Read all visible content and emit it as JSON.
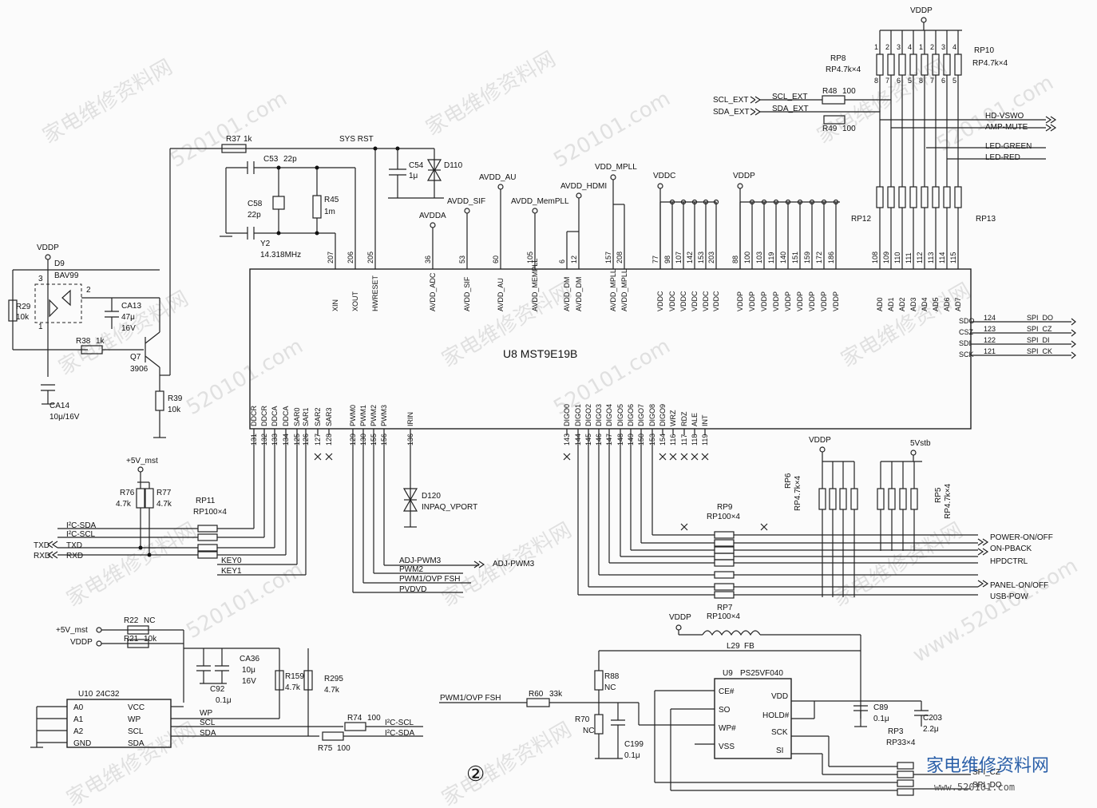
{
  "chip": {
    "ref": "U8",
    "part": "MST9E19B",
    "label": "U8 MST9E19B"
  },
  "top_pins": [
    {
      "num": "207",
      "name": "XIN"
    },
    {
      "num": "206",
      "name": "XOUT"
    },
    {
      "num": "205",
      "name": "HWRESET"
    },
    {
      "num": "36",
      "name": "AVDD_ADC"
    },
    {
      "num": "53",
      "name": "AVDD_SIF"
    },
    {
      "num": "60",
      "name": "AVDD_AU"
    },
    {
      "num": "105",
      "name": "AVDD_MEMPLL"
    },
    {
      "num": "6",
      "name": "AVDD_DM"
    },
    {
      "num": "12",
      "name": "AVDD_DM"
    },
    {
      "num": "157",
      "name": "AVDD_MPLL"
    },
    {
      "num": "208",
      "name": "AVDD_MPLL"
    },
    {
      "num": "77",
      "name": "VDDC"
    },
    {
      "num": "98",
      "name": "VDDC"
    },
    {
      "num": "107",
      "name": "VDDC"
    },
    {
      "num": "142",
      "name": "VDDC"
    },
    {
      "num": "153",
      "name": "VDDC"
    },
    {
      "num": "203",
      "name": "VDDC"
    },
    {
      "num": "88",
      "name": "VDDP"
    },
    {
      "num": "100",
      "name": "VDDP"
    },
    {
      "num": "103",
      "name": "VDDP"
    },
    {
      "num": "119",
      "name": "VDDP"
    },
    {
      "num": "140",
      "name": "VDDP"
    },
    {
      "num": "151",
      "name": "VDDP"
    },
    {
      "num": "159",
      "name": "VDDP"
    },
    {
      "num": "172",
      "name": "VDDP"
    },
    {
      "num": "186",
      "name": "VDDP"
    },
    {
      "num": "108",
      "name": "AD0"
    },
    {
      "num": "109",
      "name": "AD1"
    },
    {
      "num": "110",
      "name": "AD2"
    },
    {
      "num": "111",
      "name": "AD3"
    },
    {
      "num": "112",
      "name": "AD4"
    },
    {
      "num": "113",
      "name": "AD5"
    },
    {
      "num": "114",
      "name": "AD6"
    },
    {
      "num": "115",
      "name": "AD7"
    }
  ],
  "bottom_pins": [
    {
      "num": "131",
      "name": "DDCR"
    },
    {
      "num": "132",
      "name": "DDCR"
    },
    {
      "num": "133",
      "name": "DDCA"
    },
    {
      "num": "134",
      "name": "DDCA"
    },
    {
      "num": "125",
      "name": "SAR0"
    },
    {
      "num": "126",
      "name": "SAR1"
    },
    {
      "num": "127",
      "name": "SAR2"
    },
    {
      "num": "128",
      "name": "SAR3"
    },
    {
      "num": "129",
      "name": "PWM0"
    },
    {
      "num": "130",
      "name": "PWM1"
    },
    {
      "num": "155",
      "name": "PWM2"
    },
    {
      "num": "156",
      "name": "PWM3"
    },
    {
      "num": "136",
      "name": "IRIN"
    },
    {
      "num": "143",
      "name": "DIGO0"
    },
    {
      "num": "144",
      "name": "DIGO1"
    },
    {
      "num": "145",
      "name": "DIGO2"
    },
    {
      "num": "146",
      "name": "DIGO3"
    },
    {
      "num": "147",
      "name": "DIGO4"
    },
    {
      "num": "148",
      "name": "DIGO5"
    },
    {
      "num": "149",
      "name": "DIGO6"
    },
    {
      "num": "150",
      "name": "DIGO7"
    },
    {
      "num": "153",
      "name": "DIGO8"
    },
    {
      "num": "154",
      "name": "DIGO9"
    },
    {
      "num": "116",
      "name": "WRZ"
    },
    {
      "num": "117",
      "name": "RDZ"
    },
    {
      "num": "118",
      "name": "ALE"
    },
    {
      "num": "119",
      "name": "INT"
    }
  ],
  "spi_pins": [
    {
      "num": "124",
      "name": "SDO",
      "net": "SPI_DO"
    },
    {
      "num": "123",
      "name": "CSZ",
      "net": "SPI_CZ"
    },
    {
      "num": "122",
      "name": "SDI",
      "net": "SPI_DI"
    },
    {
      "num": "121",
      "name": "SCK",
      "net": "SPI_CK"
    }
  ],
  "top_nets": {
    "vddp": "VDDP",
    "vddc": "VDDC",
    "vdd_mpll": "VDD_MPLL",
    "avdd_hdmi": "AVDD_HDMI",
    "avdd_mempll": "AVDD_MemPLL",
    "avdd_au": "AVDD_AU",
    "avdd_sif": "AVDD_SIF",
    "avdda": "AVDDA",
    "sys_rst": "SYS RST"
  },
  "crystal": {
    "c53": "C53",
    "c53v": "22p",
    "c58": "C58",
    "c58v": "22p",
    "y2": "Y2",
    "y2v": "14.318MHz",
    "r45": "R45",
    "r45v": "1m",
    "r37": "R37",
    "r37v": "1k",
    "c54": "C54",
    "c54v": "1μ",
    "d110": "D110"
  },
  "reset": {
    "vddp": "VDDP",
    "d9": "D9",
    "d9v": "BAV99",
    "r29": "R29",
    "r29v": "10k",
    "ca13": "CA13",
    "ca13v1": "47μ",
    "ca13v2": "16V",
    "r38": "R38",
    "r38v": "1k",
    "q7": "Q7",
    "q7v": "3906",
    "r39": "R39",
    "r39v": "10k",
    "ca14": "CA14",
    "ca14v": "10μ/16V",
    "p1": "1",
    "p2": "2",
    "p3": "3"
  },
  "rp_top": {
    "vddp": "VDDP",
    "rp8": "RP8",
    "rp8v": "RP4.7k×4",
    "rp10": "RP10",
    "rp10v": "RP4.7k×4",
    "rp12": "RP12",
    "rp13": "RP13",
    "r48": "R48",
    "r48v": "100",
    "r49": "R49",
    "r49v": "100",
    "scl_ext": "SCL_EXT",
    "sda_ext": "SDA_EXT",
    "scl_ext2": "SCL_EXT",
    "sda_ext2": "SDA_EXT",
    "hd_vswo": "HD-VSWO",
    "amp_mute": "AMP-MUTE",
    "led_green": "LED-GREEN",
    "led_red": "LED-RED",
    "pins_top": "1234",
    "pins_bot": "8765"
  },
  "ddc": {
    "v5": "+5V_mst",
    "r76": "R76",
    "r76v": "4.7k",
    "r77": "R77",
    "r77v": "4.7k",
    "rp11": "RP11",
    "rp11v": "RP100×4",
    "i2c_sda": "I²C-SDA",
    "i2c_scl": "I²C-SCL",
    "txd": "TXD",
    "rxd": "RXD",
    "txd2": "TXD",
    "rxd2": "RXD",
    "key0": "KEY0",
    "key1": "KEY1"
  },
  "pwm": {
    "d120": "D120",
    "d120v": "INPAQ_VPORT",
    "adj_pwm3": "ADJ-PWM3",
    "pwm2": "PWM2",
    "pwm1": "PWM1/OVP FSH",
    "pvdvd": "PVDVD",
    "adj_pwm3_out": "ADJ-PWM3"
  },
  "gpio": {
    "vddp": "VDDP",
    "v5stb": "5Vstb",
    "rp6": "RP6",
    "rp6v": "RP4.7k×4",
    "rp5": "RP5",
    "rp5v": "RP4.7k×4",
    "rp9": "RP9",
    "rp9v": "RP100×4",
    "rp7": "RP7",
    "rp7v": "RP100×4",
    "power_on": "POWER-ON/OFF",
    "on_pback": "ON-PBACK",
    "hpdctrl": "HPDCTRL",
    "panel_on": "PANEL-ON/OFF",
    "usb_pow": "USB-POW"
  },
  "eeprom": {
    "v5": "+5V_mst",
    "vddp": "VDDP",
    "r22": "R22",
    "r22v": "NC",
    "r21": "R21",
    "r21v": "10k",
    "ca36": "CA36",
    "ca36v1": "10μ",
    "ca36v2": "16V",
    "c92": "C92",
    "c92v": "0.1μ",
    "r159": "R159",
    "r159v": "4.7k",
    "r295": "R295",
    "r295v": "4.7k",
    "u10": "U10",
    "u10v": "24C32",
    "pin_a0": "A0",
    "pin_a1": "A1",
    "pin_a2": "A2",
    "pin_gnd": "GND",
    "pin_vcc": "VCC",
    "pin_wp": "WP",
    "pin_scl": "SCL",
    "pin_sda": "SDA",
    "wp": "WP",
    "scl": "SCL",
    "sda": "SDA",
    "r74": "R74",
    "r74v": "100",
    "r75": "R75",
    "r75v": "100",
    "i2c_scl": "I²C-SCL",
    "i2c_sda": "I²C-SDA"
  },
  "flash": {
    "vddp": "VDDP",
    "l29": "L29",
    "l29v": "FB",
    "u9": "U9",
    "u9v": "PS25VF040",
    "pwm_fsh": "PWM1/OVP FSH",
    "r60": "R60",
    "r60v": "33k",
    "r88": "R88",
    "r88v": "NC",
    "r70": "R70",
    "r70v": "NC",
    "c199": "C199",
    "c199v": "0.1μ",
    "c89": "C89",
    "c89v": "0.1μ",
    "c203": "C203",
    "c203v": "2.2μ",
    "rp3": "RP3",
    "rp3v": "RP33×4",
    "spi_cz": "SPI_CZ",
    "spi_do": "SPI_DO",
    "pin_ce": "CE#",
    "pin_so": "SO",
    "pin_wp": "WP#",
    "pin_vss": "VSS",
    "pin_vdd": "VDD",
    "pin_hold": "HOLD#",
    "pin_sck": "SCK",
    "pin_si": "SI"
  },
  "page_marker": "②",
  "watermarks": [
    "家电维修资料网",
    "520101.com",
    "www.520101.com"
  ],
  "logo": {
    "text": "家电维修资料网",
    "url": "www.520101.com"
  }
}
